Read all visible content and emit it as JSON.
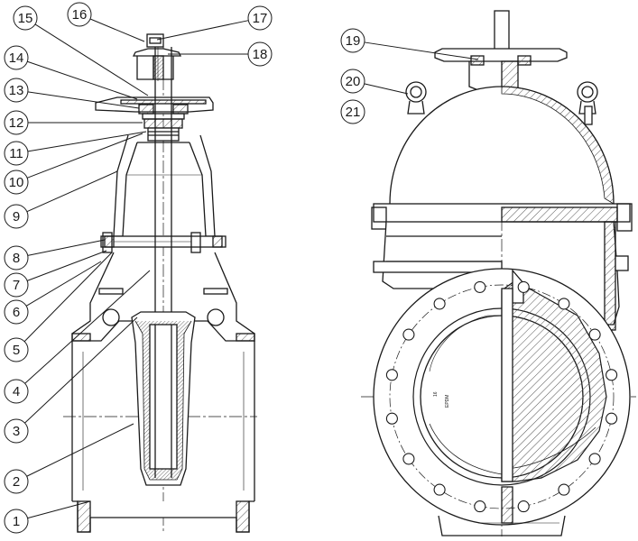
{
  "callouts": [
    {
      "label": "1"
    },
    {
      "label": "2"
    },
    {
      "label": "3"
    },
    {
      "label": "4"
    },
    {
      "label": "5"
    },
    {
      "label": "6"
    },
    {
      "label": "7"
    },
    {
      "label": "8"
    },
    {
      "label": "9"
    },
    {
      "label": "10"
    },
    {
      "label": "11"
    },
    {
      "label": "12"
    },
    {
      "label": "13"
    },
    {
      "label": "14"
    },
    {
      "label": "15"
    },
    {
      "label": "16"
    },
    {
      "label": "17"
    },
    {
      "label": "18"
    },
    {
      "label": "19"
    },
    {
      "label": "20"
    },
    {
      "label": "21"
    }
  ],
  "disc_marking": {
    "pressure": "16",
    "material": "EPDM"
  },
  "colors": {
    "line": "#1a1a1a",
    "hatch": "#555555",
    "background": "#ffffff"
  }
}
